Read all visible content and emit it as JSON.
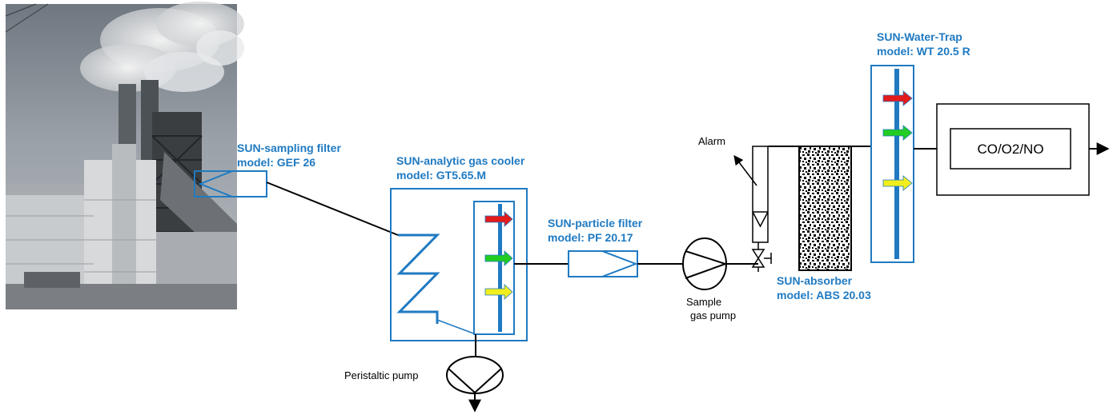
{
  "components": {
    "sampling_filter": {
      "name": "SUN-sampling filter",
      "model": "model: GEF 26"
    },
    "gas_cooler": {
      "name": "SUN-analytic gas cooler",
      "model": "model: GT5.65.M"
    },
    "particle_filter": {
      "name": "SUN-particle filter",
      "model": "model: PF 20.17"
    },
    "sample_pump": {
      "line1": "Sample",
      "line2": "gas pump"
    },
    "peristaltic_pump": {
      "label": "Peristaltic pump"
    },
    "alarm": {
      "label": "Alarm"
    },
    "absorber": {
      "name": "SUN-absorber",
      "model": "model: ABS 20.03"
    },
    "water_trap": {
      "name": "SUN-Water-Trap",
      "model": "model: WT 20.5 R"
    },
    "analyzer": {
      "label": "CO/O2/NO"
    }
  },
  "colors": {
    "brand_blue": "#1f7ac2",
    "arrow_red": "#e41b1b",
    "arrow_green": "#22cc22",
    "arrow_yellow": "#f2ee1e"
  },
  "icons": {
    "photo": "power-plant-chimney-photo"
  }
}
